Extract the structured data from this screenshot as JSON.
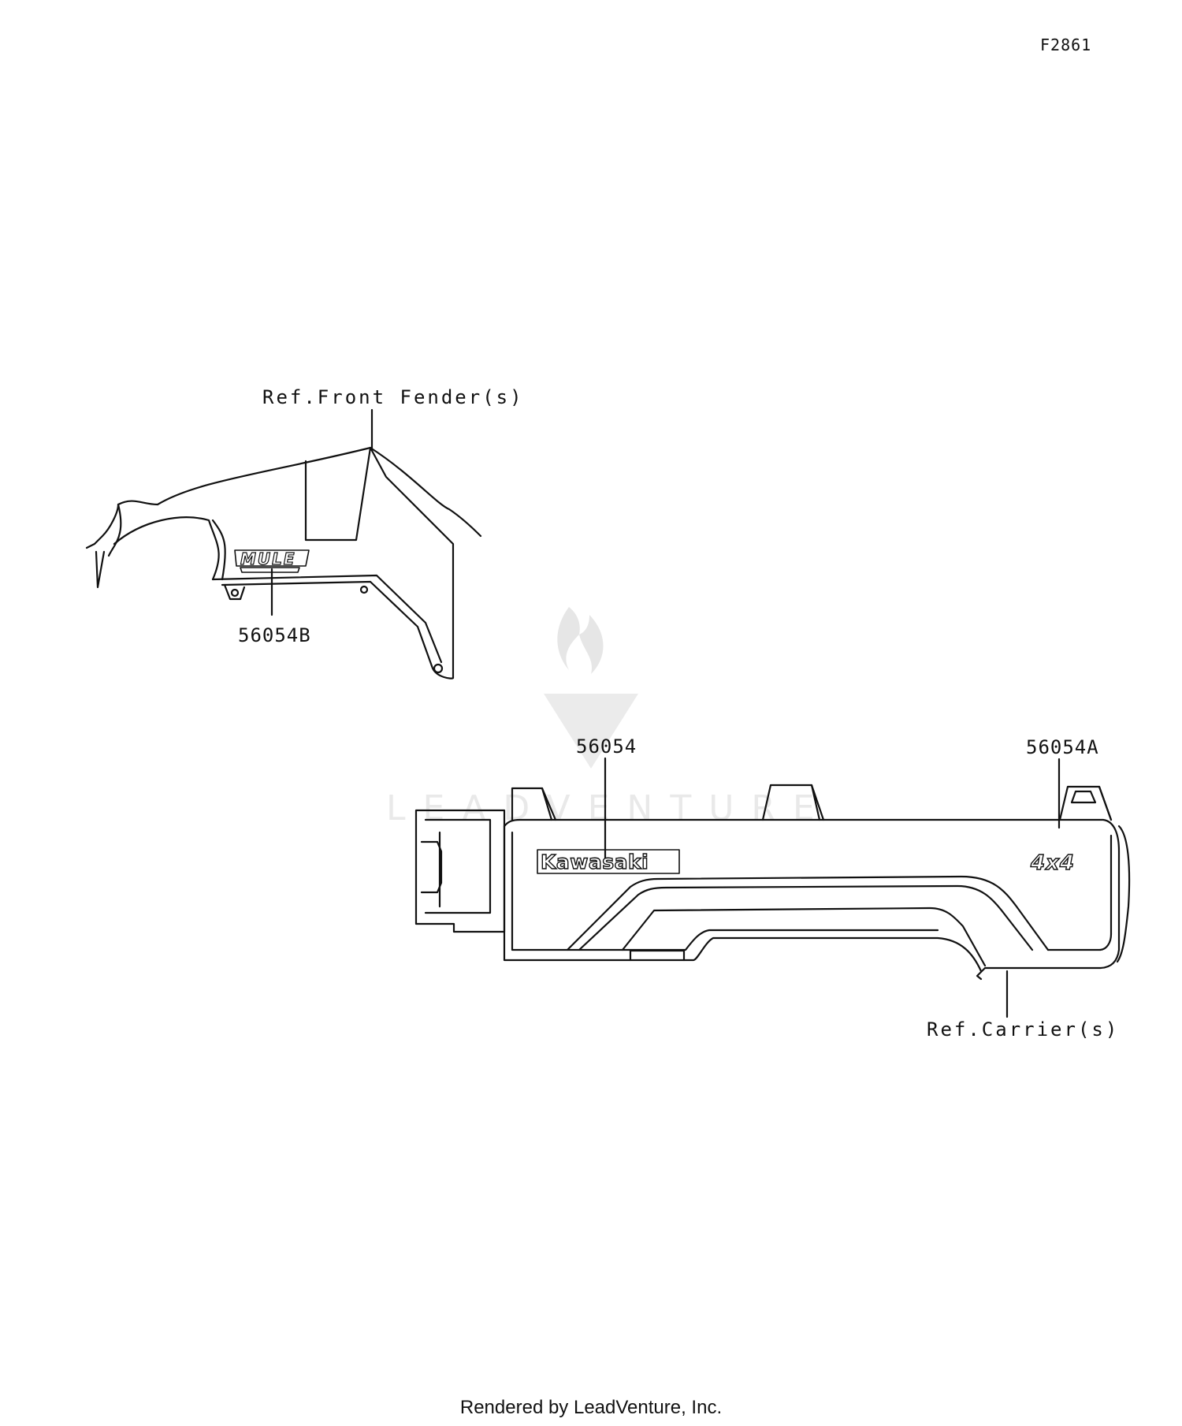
{
  "diagram": {
    "figure_code": "F2861",
    "labels": {
      "ref_front_fender": "Ref.Front Fender(s)",
      "ref_carrier": "Ref.Carrier(s)"
    },
    "parts": [
      {
        "number": "56054B",
        "decal_text": "MULE"
      },
      {
        "number": "56054",
        "decal_text": "Kawasaki"
      },
      {
        "number": "56054A",
        "decal_text": "4x4"
      }
    ],
    "watermark": "LEADVENTURE",
    "footer": "Rendered by LeadVenture, Inc."
  }
}
